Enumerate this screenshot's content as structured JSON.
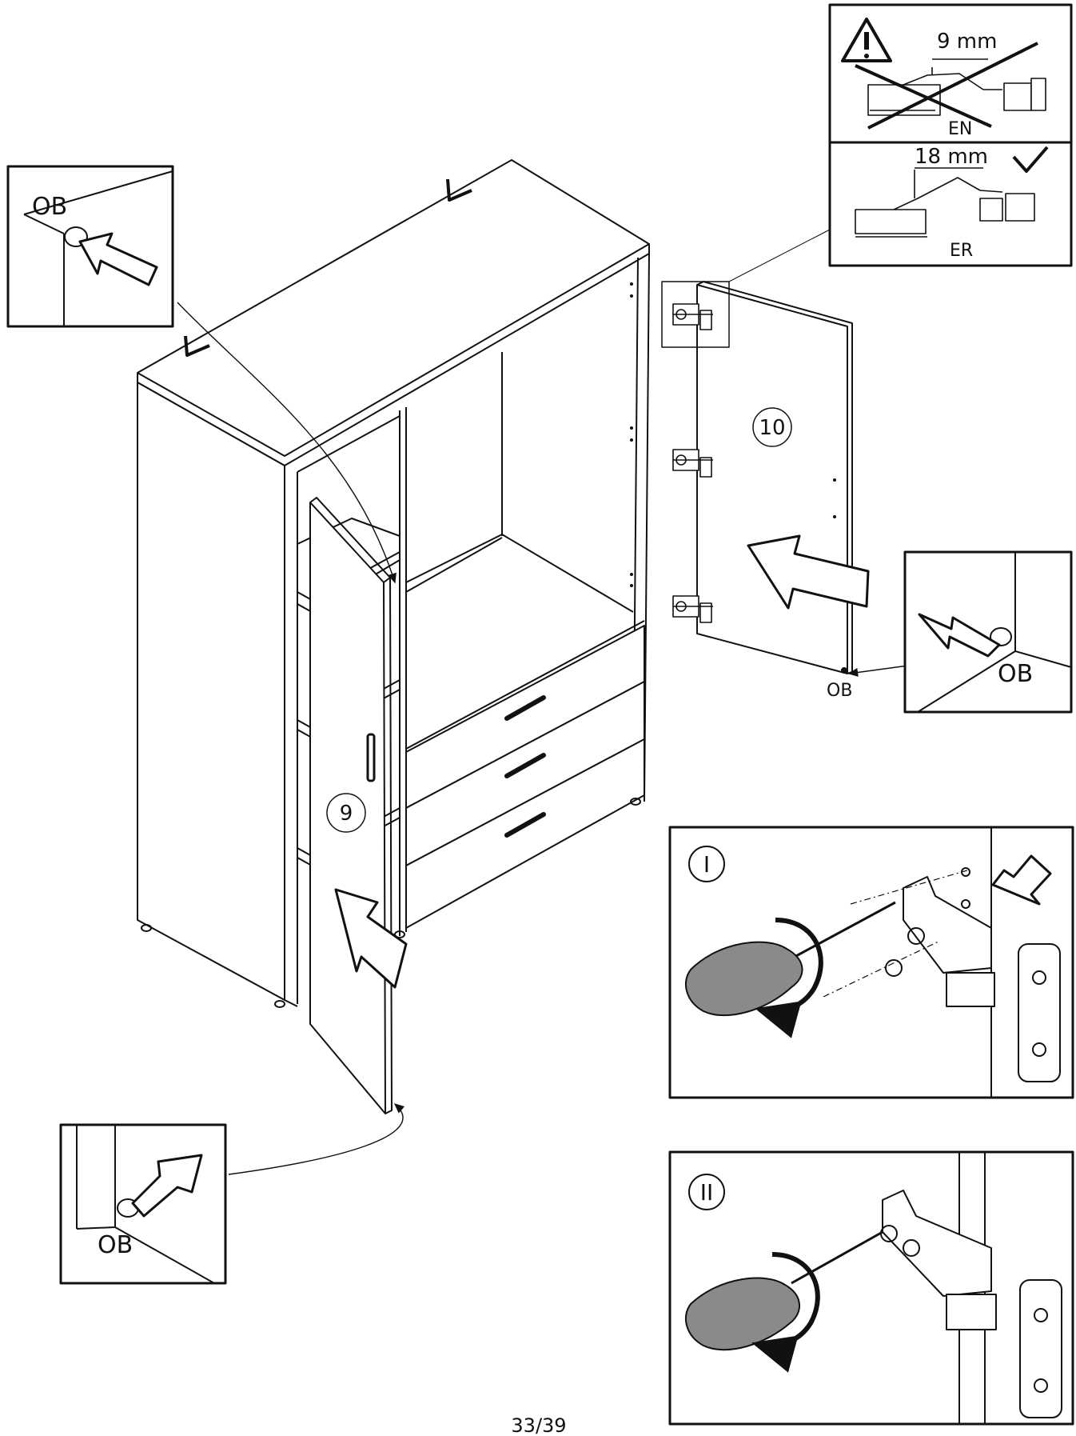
{
  "colors": {
    "ink": "#111111",
    "grey_fill": "#8a8a8a",
    "panel_fill": "#ffffff"
  },
  "parts": {
    "door_left": "9",
    "door_right": "10"
  },
  "labels": {
    "ob": "OB"
  },
  "warning_box": {
    "wrong": {
      "dimension": "9 mm",
      "code": "EN"
    },
    "right": {
      "dimension": "18 mm",
      "code": "ER"
    }
  },
  "steps": {
    "step_1": "I",
    "step_2": "II"
  },
  "icons": [
    "warning-triangle-icon",
    "checkmark-icon",
    "screwdriver-icon",
    "rotation-arrow-icon",
    "push-arrow-icon"
  ],
  "page": {
    "number": "33/39"
  }
}
